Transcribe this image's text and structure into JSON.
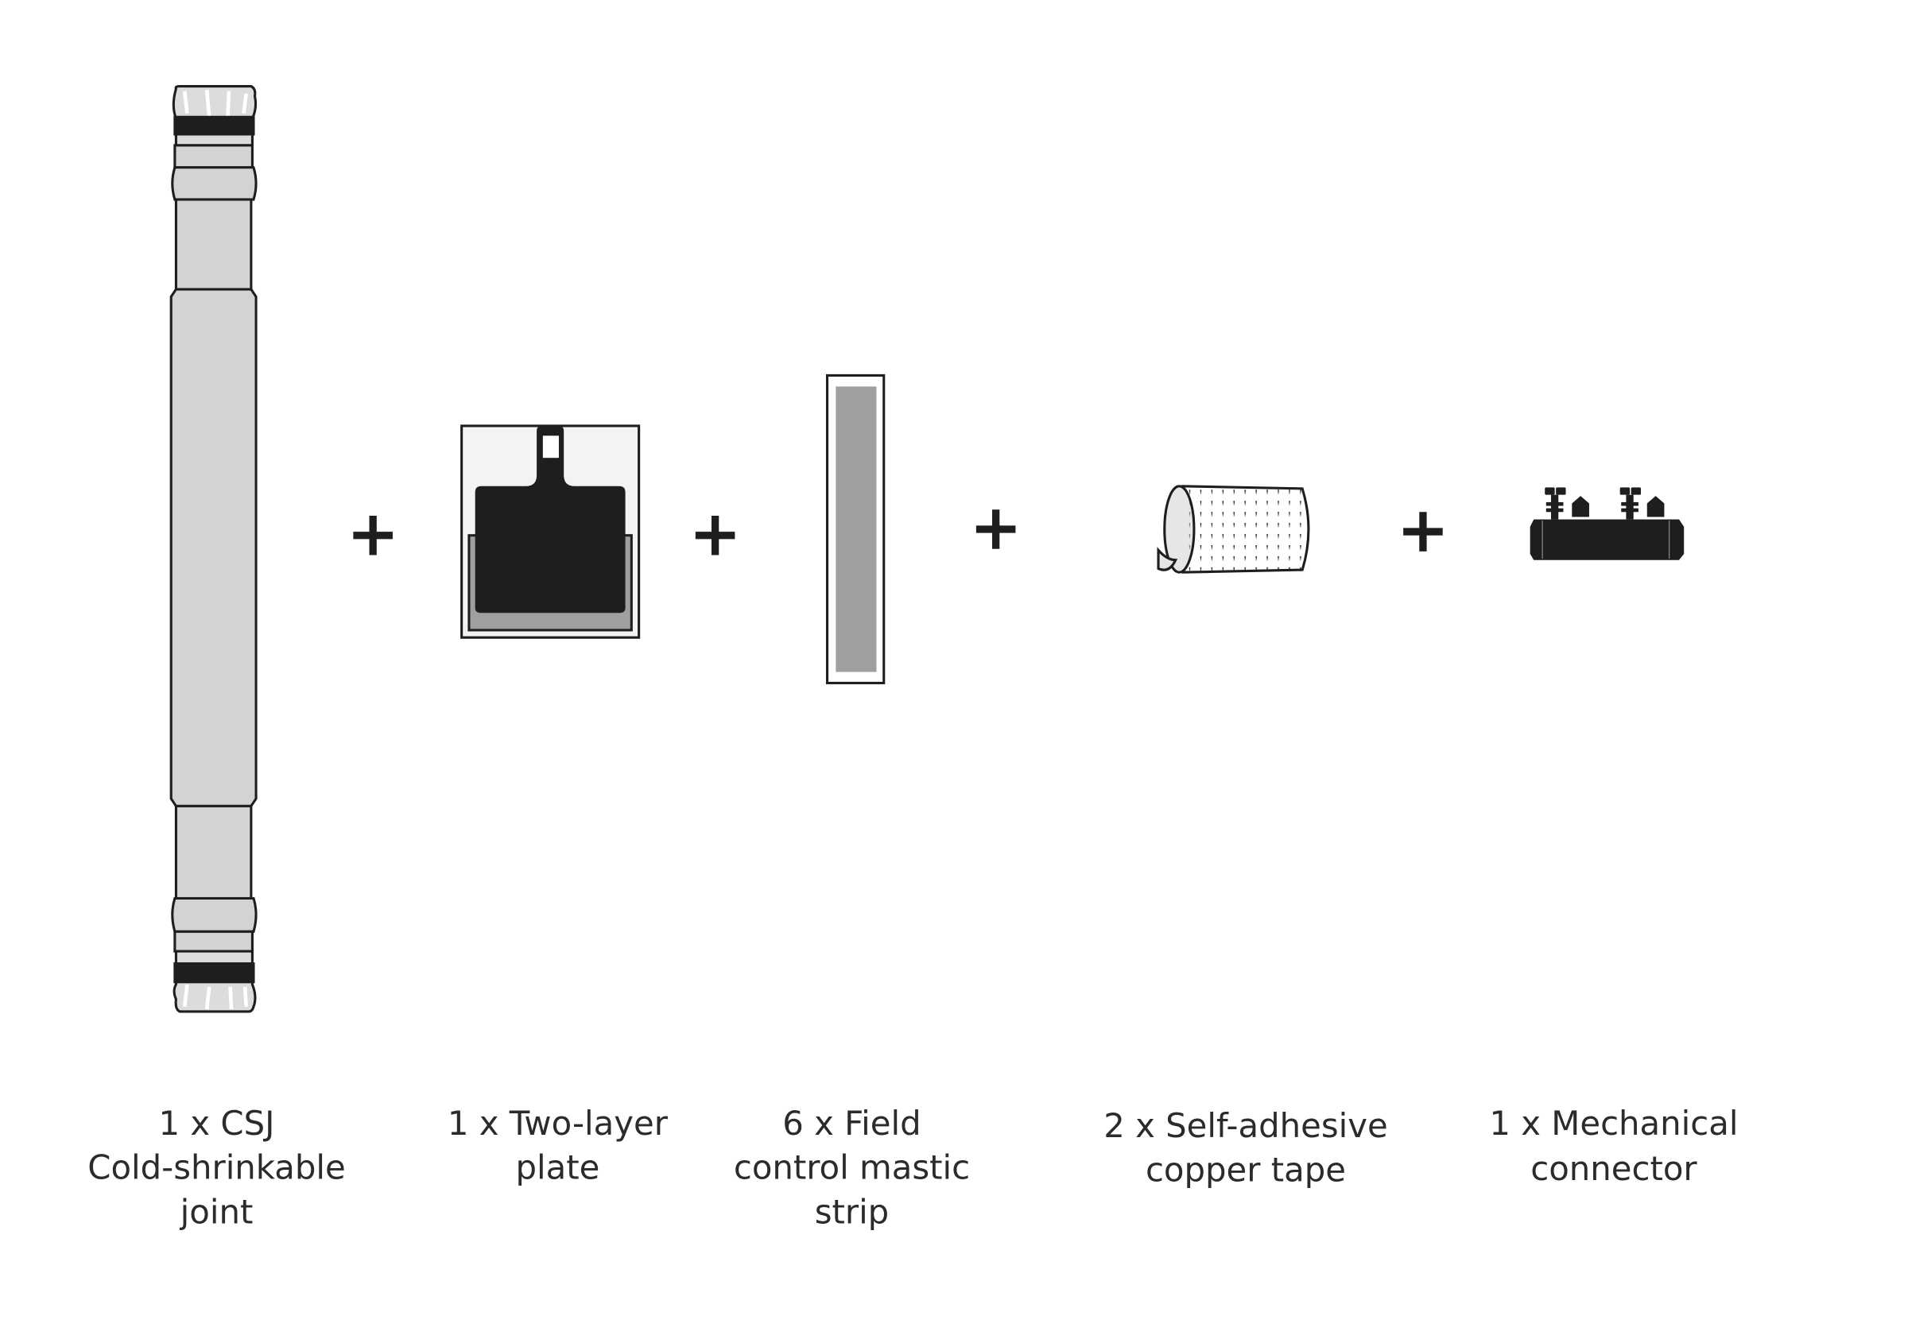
{
  "diagram": {
    "colors": {
      "outline": "#1e1e1e",
      "light_gray": "#d3d3d3",
      "mid_gray": "#9f9f9f",
      "plate_bg": "#f3f3f3"
    },
    "items": [
      {
        "id": "csj",
        "lines": [
          "1 x CSJ",
          "Cold-shrinkable",
          "joint"
        ]
      },
      {
        "id": "plate",
        "lines": [
          "1 x Two-layer",
          "plate"
        ]
      },
      {
        "id": "mastic",
        "lines": [
          "6 x Field",
          "control mastic",
          "strip"
        ]
      },
      {
        "id": "tape",
        "lines": [
          "2 x Self-adhesive",
          "copper tape"
        ]
      },
      {
        "id": "connector",
        "lines": [
          "1 x Mechanical",
          "connector"
        ]
      }
    ],
    "separator_symbol": "+"
  }
}
